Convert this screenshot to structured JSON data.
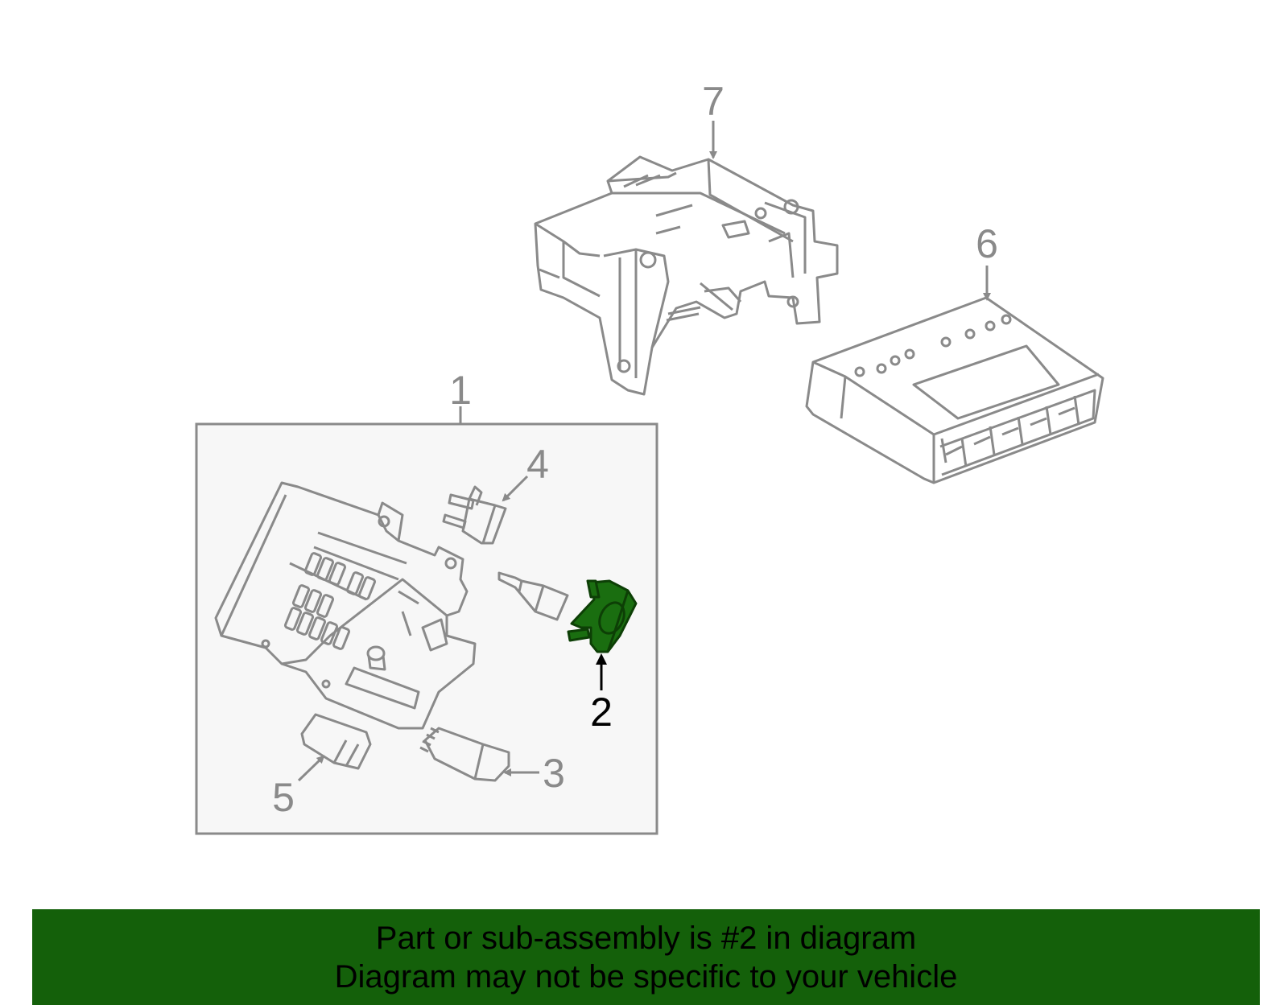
{
  "colors": {
    "outline": "#8a8a8a",
    "highlight_fill": "#1a6e10",
    "highlight_stroke": "#0d3f06",
    "box_fill": "#f7f7f7",
    "banner": "#14600a",
    "banner_text": "#000000"
  },
  "callouts": {
    "c1": "1",
    "c2": "2",
    "c3": "3",
    "c4": "4",
    "c5": "5",
    "c6": "6",
    "c7": "7"
  },
  "highlighted_part": "2",
  "banner": {
    "line1": "Part or sub-assembly is #2 in diagram",
    "line2": "Diagram may not be specific to your vehicle"
  }
}
